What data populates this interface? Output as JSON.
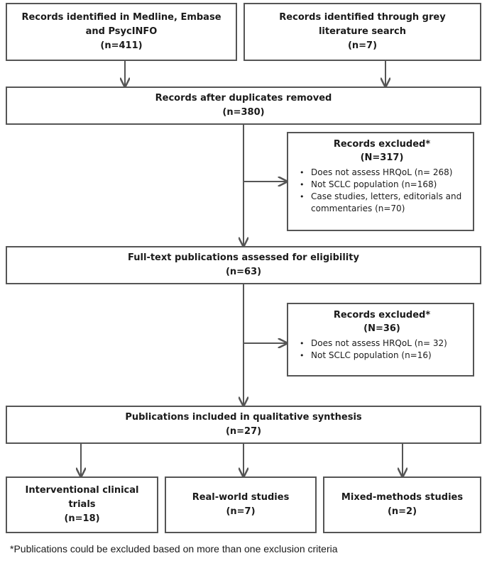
{
  "diagram": {
    "box_medline": {
      "line1": "Records identified in Medline, Embase",
      "line2": "and PsycINFO",
      "count": "(n=411)"
    },
    "box_grey": {
      "line1": "Records identified through grey",
      "line2": "literature search",
      "count": "(n=7)"
    },
    "box_duplicates": {
      "line1": "Records after duplicates removed",
      "count": "(n=380)"
    },
    "excluded_1": {
      "title": "Records excluded*",
      "count": "(N=317)",
      "items": [
        "Does not assess HRQoL (n= 268)",
        "Not SCLC population (n=168)",
        "Case studies, letters, editorials and commentaries (n=70)"
      ]
    },
    "box_fulltext": {
      "line1": "Full-text publications assessed for eligibility",
      "count": "(n=63)"
    },
    "excluded_2": {
      "title": "Records excluded*",
      "count": "(N=36)",
      "items": [
        "Does not assess HRQoL (n= 32)",
        "Not SCLC population (n=16)"
      ]
    },
    "box_included": {
      "line1": "Publications included in qualitative synthesis",
      "count": "(n=27)"
    },
    "box_interventional": {
      "line1": "Interventional clinical",
      "line2": "trials",
      "count": "(n=18)"
    },
    "box_realworld": {
      "line1": "Real-world studies",
      "count": "(n=7)"
    },
    "box_mixed": {
      "line1": "Mixed-methods studies",
      "count": "(n=2)"
    },
    "footnote": "*Publications could be excluded based on more than one exclusion criteria"
  },
  "colors": {
    "border": "#555555",
    "arrow": "#555555",
    "text": "#1a1a1a"
  }
}
